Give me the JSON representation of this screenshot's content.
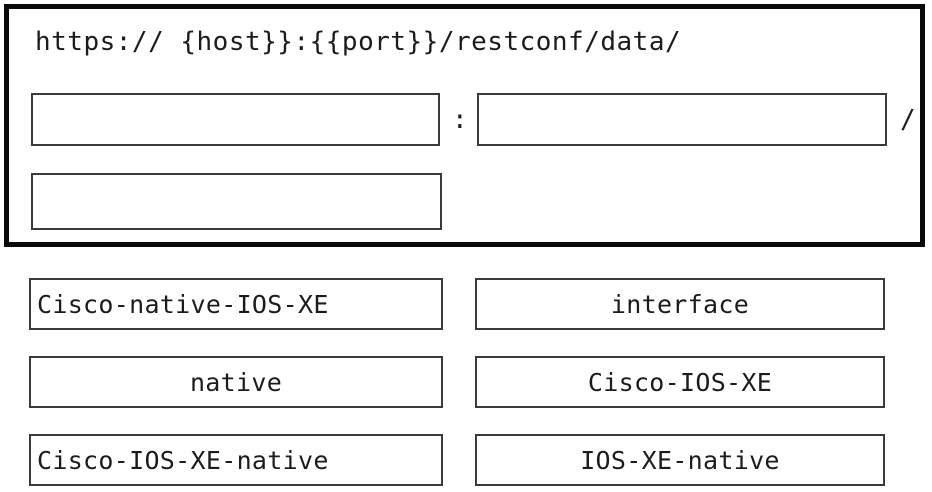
{
  "url_builder": {
    "template_text": "https:// {host}}:{{port}}/restconf/data/",
    "separators": {
      "colon": ":",
      "slash": "/"
    },
    "drop_slots": [
      {
        "id": "host-slot",
        "value": "",
        "position": "row1-left"
      },
      {
        "id": "port-slot",
        "value": "",
        "position": "row1-right"
      },
      {
        "id": "model-slot",
        "value": "",
        "position": "row2-left"
      }
    ]
  },
  "options": {
    "left_column": [
      {
        "label": "Cisco-native-IOS-XE"
      },
      {
        "label": "native"
      },
      {
        "label": "Cisco-IOS-XE-native"
      }
    ],
    "right_column": [
      {
        "label": "interface"
      },
      {
        "label": "Cisco-IOS-XE"
      },
      {
        "label": "IOS-XE-native"
      }
    ]
  },
  "colors": {
    "panel_border": "#0a0a0a",
    "box_border": "#3a3a3a",
    "text": "#1c1c1c",
    "background": "#ffffff"
  }
}
